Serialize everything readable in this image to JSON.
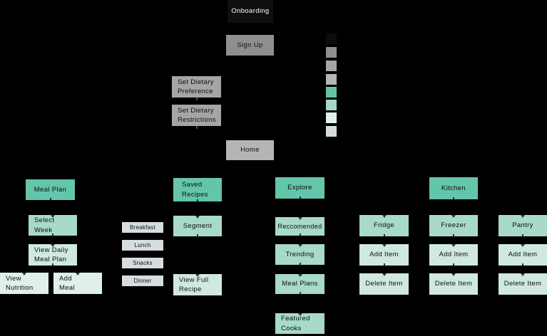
{
  "canvas": {
    "background": "#000000"
  },
  "colors": {
    "root": "#0e1010",
    "step1": "#8f8f8f",
    "step2": "#a5a5a5",
    "step3": "#b5b5b5",
    "teal1": "#63c6ab",
    "teal2": "#a7dac8",
    "teal3": "#cfe9df",
    "teal4": "#def0e9",
    "slate": "#d5dde0",
    "ink_dark": "#0d0d0d",
    "ink_light": "#ffffff"
  },
  "nodes": [
    {
      "id": "onboarding",
      "label": "Onboarding",
      "level": "root"
    },
    {
      "id": "sign-up",
      "label": "Sign Up",
      "level": "step1"
    },
    {
      "id": "set-dietary-preference",
      "label": "Set Dietary\nPreference",
      "level": "step2"
    },
    {
      "id": "set-dietary-restrictions",
      "label": "Set Dietary\nRestrictions",
      "level": "step2"
    },
    {
      "id": "home",
      "label": "Home",
      "level": "step3"
    },
    {
      "id": "meal-plan",
      "label": "Meal Plan",
      "level": "teal1"
    },
    {
      "id": "saved-recipes",
      "label": "Saved\nRecipes",
      "level": "teal1"
    },
    {
      "id": "explore",
      "label": "Explore",
      "level": "teal1"
    },
    {
      "id": "kitchen",
      "label": "Kitchen",
      "level": "teal1"
    },
    {
      "id": "select-week",
      "label": "Select\nWeek",
      "level": "teal2"
    },
    {
      "id": "view-daily-meal-plan",
      "label": "View Daily\nMeal Plan",
      "level": "teal3"
    },
    {
      "id": "view-nutrition",
      "label": "View\nNutrition",
      "level": "teal4"
    },
    {
      "id": "add-meal",
      "label": "Add\nMeal",
      "level": "teal4"
    },
    {
      "id": "breakfast",
      "label": "Breakfast",
      "level": "slate"
    },
    {
      "id": "lunch",
      "label": "Lunch",
      "level": "slate"
    },
    {
      "id": "snacks",
      "label": "Snacks",
      "level": "slate"
    },
    {
      "id": "dinner",
      "label": "Dinner",
      "level": "slate"
    },
    {
      "id": "segment",
      "label": "Segment",
      "level": "teal2"
    },
    {
      "id": "view-full-recipe",
      "label": "View Full\nRecipe",
      "level": "teal3"
    },
    {
      "id": "reccomended",
      "label": "Reccomended",
      "level": "teal2"
    },
    {
      "id": "trending",
      "label": "Trending",
      "level": "teal2"
    },
    {
      "id": "meal-plans",
      "label": "Meal Plans",
      "level": "teal2"
    },
    {
      "id": "featured-cooks",
      "label": "Featured\nCooks",
      "level": "teal2"
    },
    {
      "id": "fridge",
      "label": "Fridge",
      "level": "teal2"
    },
    {
      "id": "freezer",
      "label": "Freezer",
      "level": "teal2"
    },
    {
      "id": "pantry",
      "label": "Pantry",
      "level": "teal2"
    },
    {
      "id": "add-item-fridge",
      "label": "Add Item",
      "level": "teal3"
    },
    {
      "id": "delete-item-fridge",
      "label": "Delete Item",
      "level": "teal3"
    },
    {
      "id": "add-item-freezer",
      "label": "Add Item",
      "level": "teal3"
    },
    {
      "id": "delete-item-freezer",
      "label": "Delete Item",
      "level": "teal3"
    },
    {
      "id": "add-item-pantry",
      "label": "Add Item",
      "level": "teal3"
    },
    {
      "id": "delete-item-pantry",
      "label": "Delete Item",
      "level": "teal3"
    }
  ],
  "legend": {
    "swatches": [
      "#0b0d0d",
      "#8f8f8f",
      "#a5a5a5",
      "#b5b5b5",
      "#63c3a9",
      "#a5d9c6",
      "#e0f0ea",
      "#d4dcdf"
    ]
  }
}
